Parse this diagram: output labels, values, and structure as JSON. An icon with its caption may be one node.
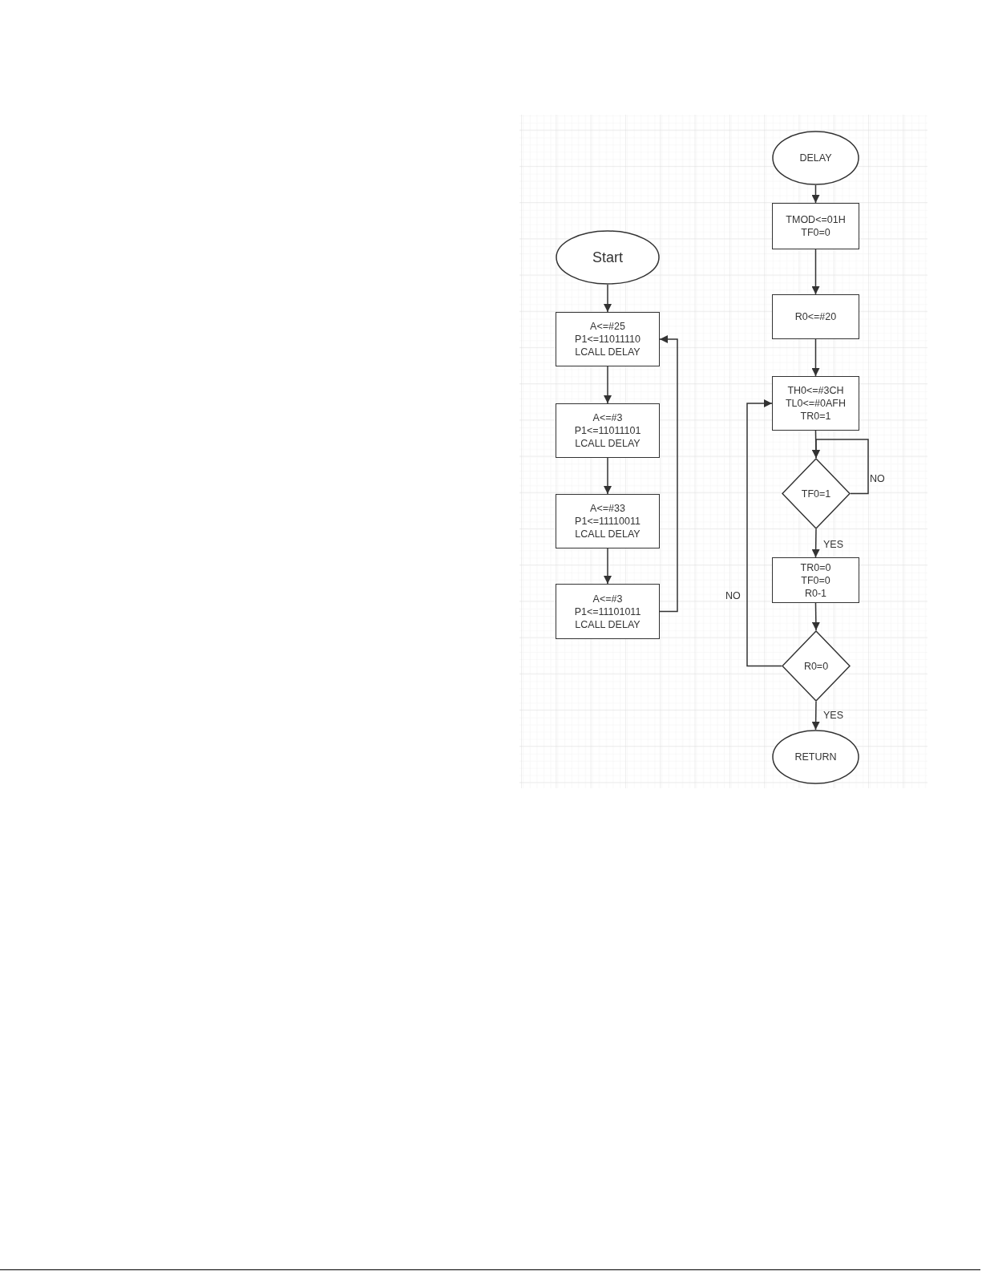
{
  "diagram": {
    "nodes": [
      {
        "text": [
          "Start"
        ]
      },
      {
        "text": [
          "A<=#25",
          "P1<=11011110",
          "LCALL DELAY"
        ]
      },
      {
        "text": [
          "A<=#3",
          "P1<=11011101",
          "LCALL DELAY"
        ]
      },
      {
        "text": [
          "A<=#33",
          "P1<=11110011",
          "LCALL DELAY"
        ]
      },
      {
        "text": [
          "A<=#3",
          "P1<=11101011",
          "LCALL DELAY"
        ]
      },
      {
        "text": [
          "DELAY"
        ]
      },
      {
        "text": [
          "TMOD<=01H",
          "TF0=0"
        ]
      },
      {
        "text": [
          "R0<=#20"
        ]
      },
      {
        "text": [
          "TH0<=#3CH",
          "TL0<=#0AFH",
          "TR0=1"
        ]
      },
      {
        "text": [
          "TF0=1"
        ]
      },
      {
        "text": [
          "TR0=0",
          "TF0=0",
          "R0-1"
        ]
      },
      {
        "text": [
          "R0=0"
        ]
      },
      {
        "text": [
          "RETURN"
        ]
      }
    ],
    "edges": [
      {
        "from": 0,
        "to": 1,
        "arrow": "to"
      },
      {
        "from": 1,
        "to": 2,
        "arrow": "to"
      },
      {
        "from": 2,
        "to": 3,
        "arrow": "to"
      },
      {
        "from": 3,
        "to": 4,
        "arrow": "to"
      },
      {
        "from": 4,
        "to": 1,
        "arrow": "to"
      },
      {
        "from": 5,
        "to": 6,
        "arrow": "to"
      },
      {
        "from": 6,
        "to": 7,
        "arrow": "to"
      },
      {
        "from": 7,
        "to": 8,
        "arrow": "to"
      },
      {
        "from": 8,
        "to": 9,
        "arrow": "to"
      },
      {
        "from": 9,
        "to": 9,
        "arrow": "to",
        "label": "NO"
      },
      {
        "from": 9,
        "to": 10,
        "arrow": "to",
        "label": "YES"
      },
      {
        "from": 10,
        "to": 11,
        "arrow": "to"
      },
      {
        "from": 11,
        "to": 8,
        "arrow": "to",
        "label": "NO"
      },
      {
        "from": 11,
        "to": 12,
        "arrow": "to",
        "label": "YES"
      }
    ]
  }
}
